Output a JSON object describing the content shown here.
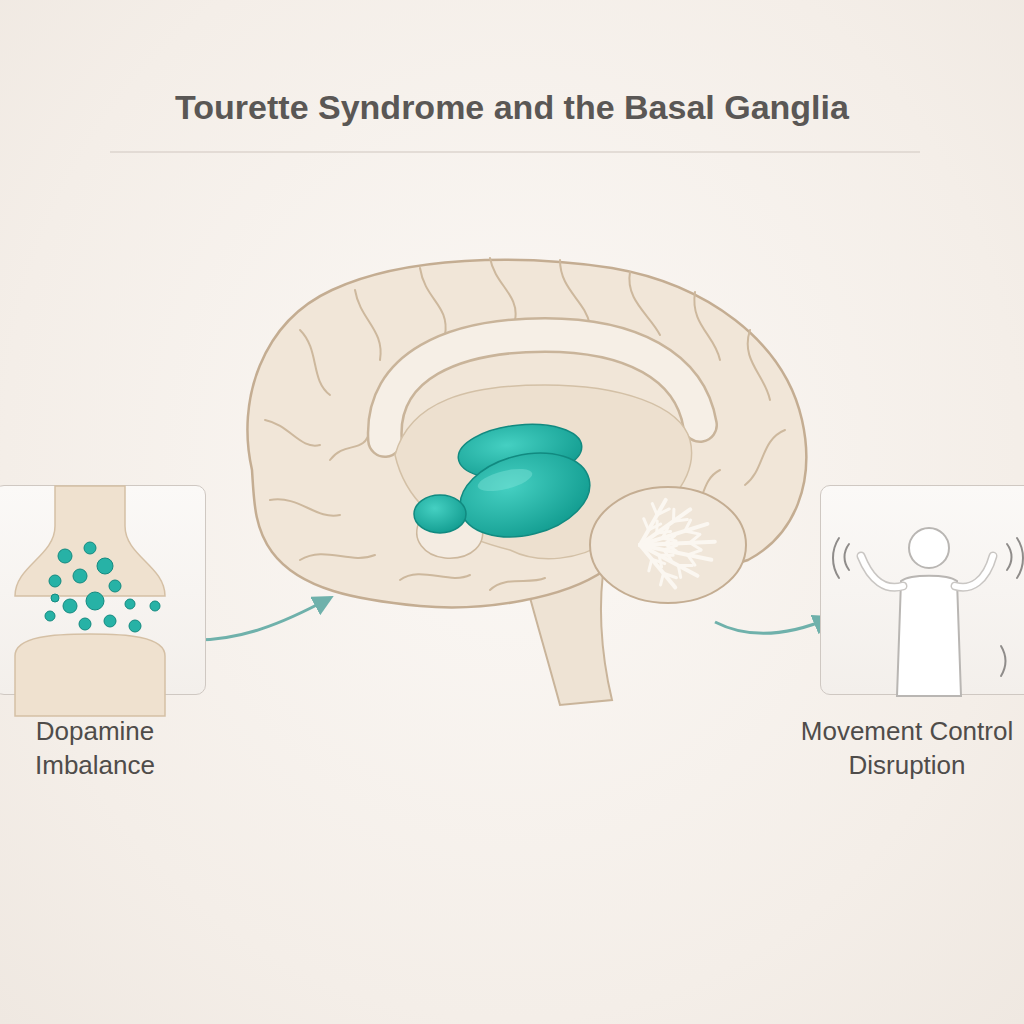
{
  "diagram": {
    "title": "Tourette Syndrome and the Basal Ganglia",
    "nodes": [
      {
        "text": [
          "Dopamine Imbalance"
        ]
      },
      {
        "text": [
          "Movement Control Disruption"
        ]
      }
    ]
  }
}
